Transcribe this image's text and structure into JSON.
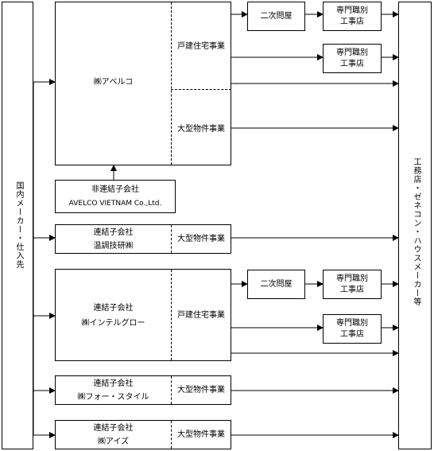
{
  "left_side": {
    "label": "国内メーカー・仕入先"
  },
  "right_side": {
    "label": "工務店・ゼネコン・ハウスメーカー等"
  },
  "avelco": {
    "name": "㈱アベルコ",
    "division_residential": "戸建住宅事業",
    "division_large": "大型物件事業",
    "wholesaler": "二次問屋",
    "contractor_1": [
      "専門職別",
      "工事店"
    ],
    "contractor_2": [
      "専門職別",
      "工事店"
    ]
  },
  "vietnam": {
    "type": "非連結子会社",
    "name": "AVELCO VIETNAM Co.,Ltd."
  },
  "onchou": {
    "type": "連結子会社",
    "name": "温調技研㈱",
    "division_large": "大型物件事業"
  },
  "intelgro": {
    "type": "連結子会社",
    "name": "㈱インテルグロー",
    "division_residential": "戸建住宅事業",
    "wholesaler": "二次問屋",
    "contractor_1": [
      "専門職別",
      "工事店"
    ],
    "contractor_2": [
      "専門職別",
      "工事店"
    ]
  },
  "forstyle": {
    "type": "連結子会社",
    "name": "㈱フォー・スタイル",
    "division_large": "大型物件事業"
  },
  "aizu": {
    "type": "連結子会社",
    "name": "㈱アイズ",
    "division_large": "大型物件事業"
  }
}
